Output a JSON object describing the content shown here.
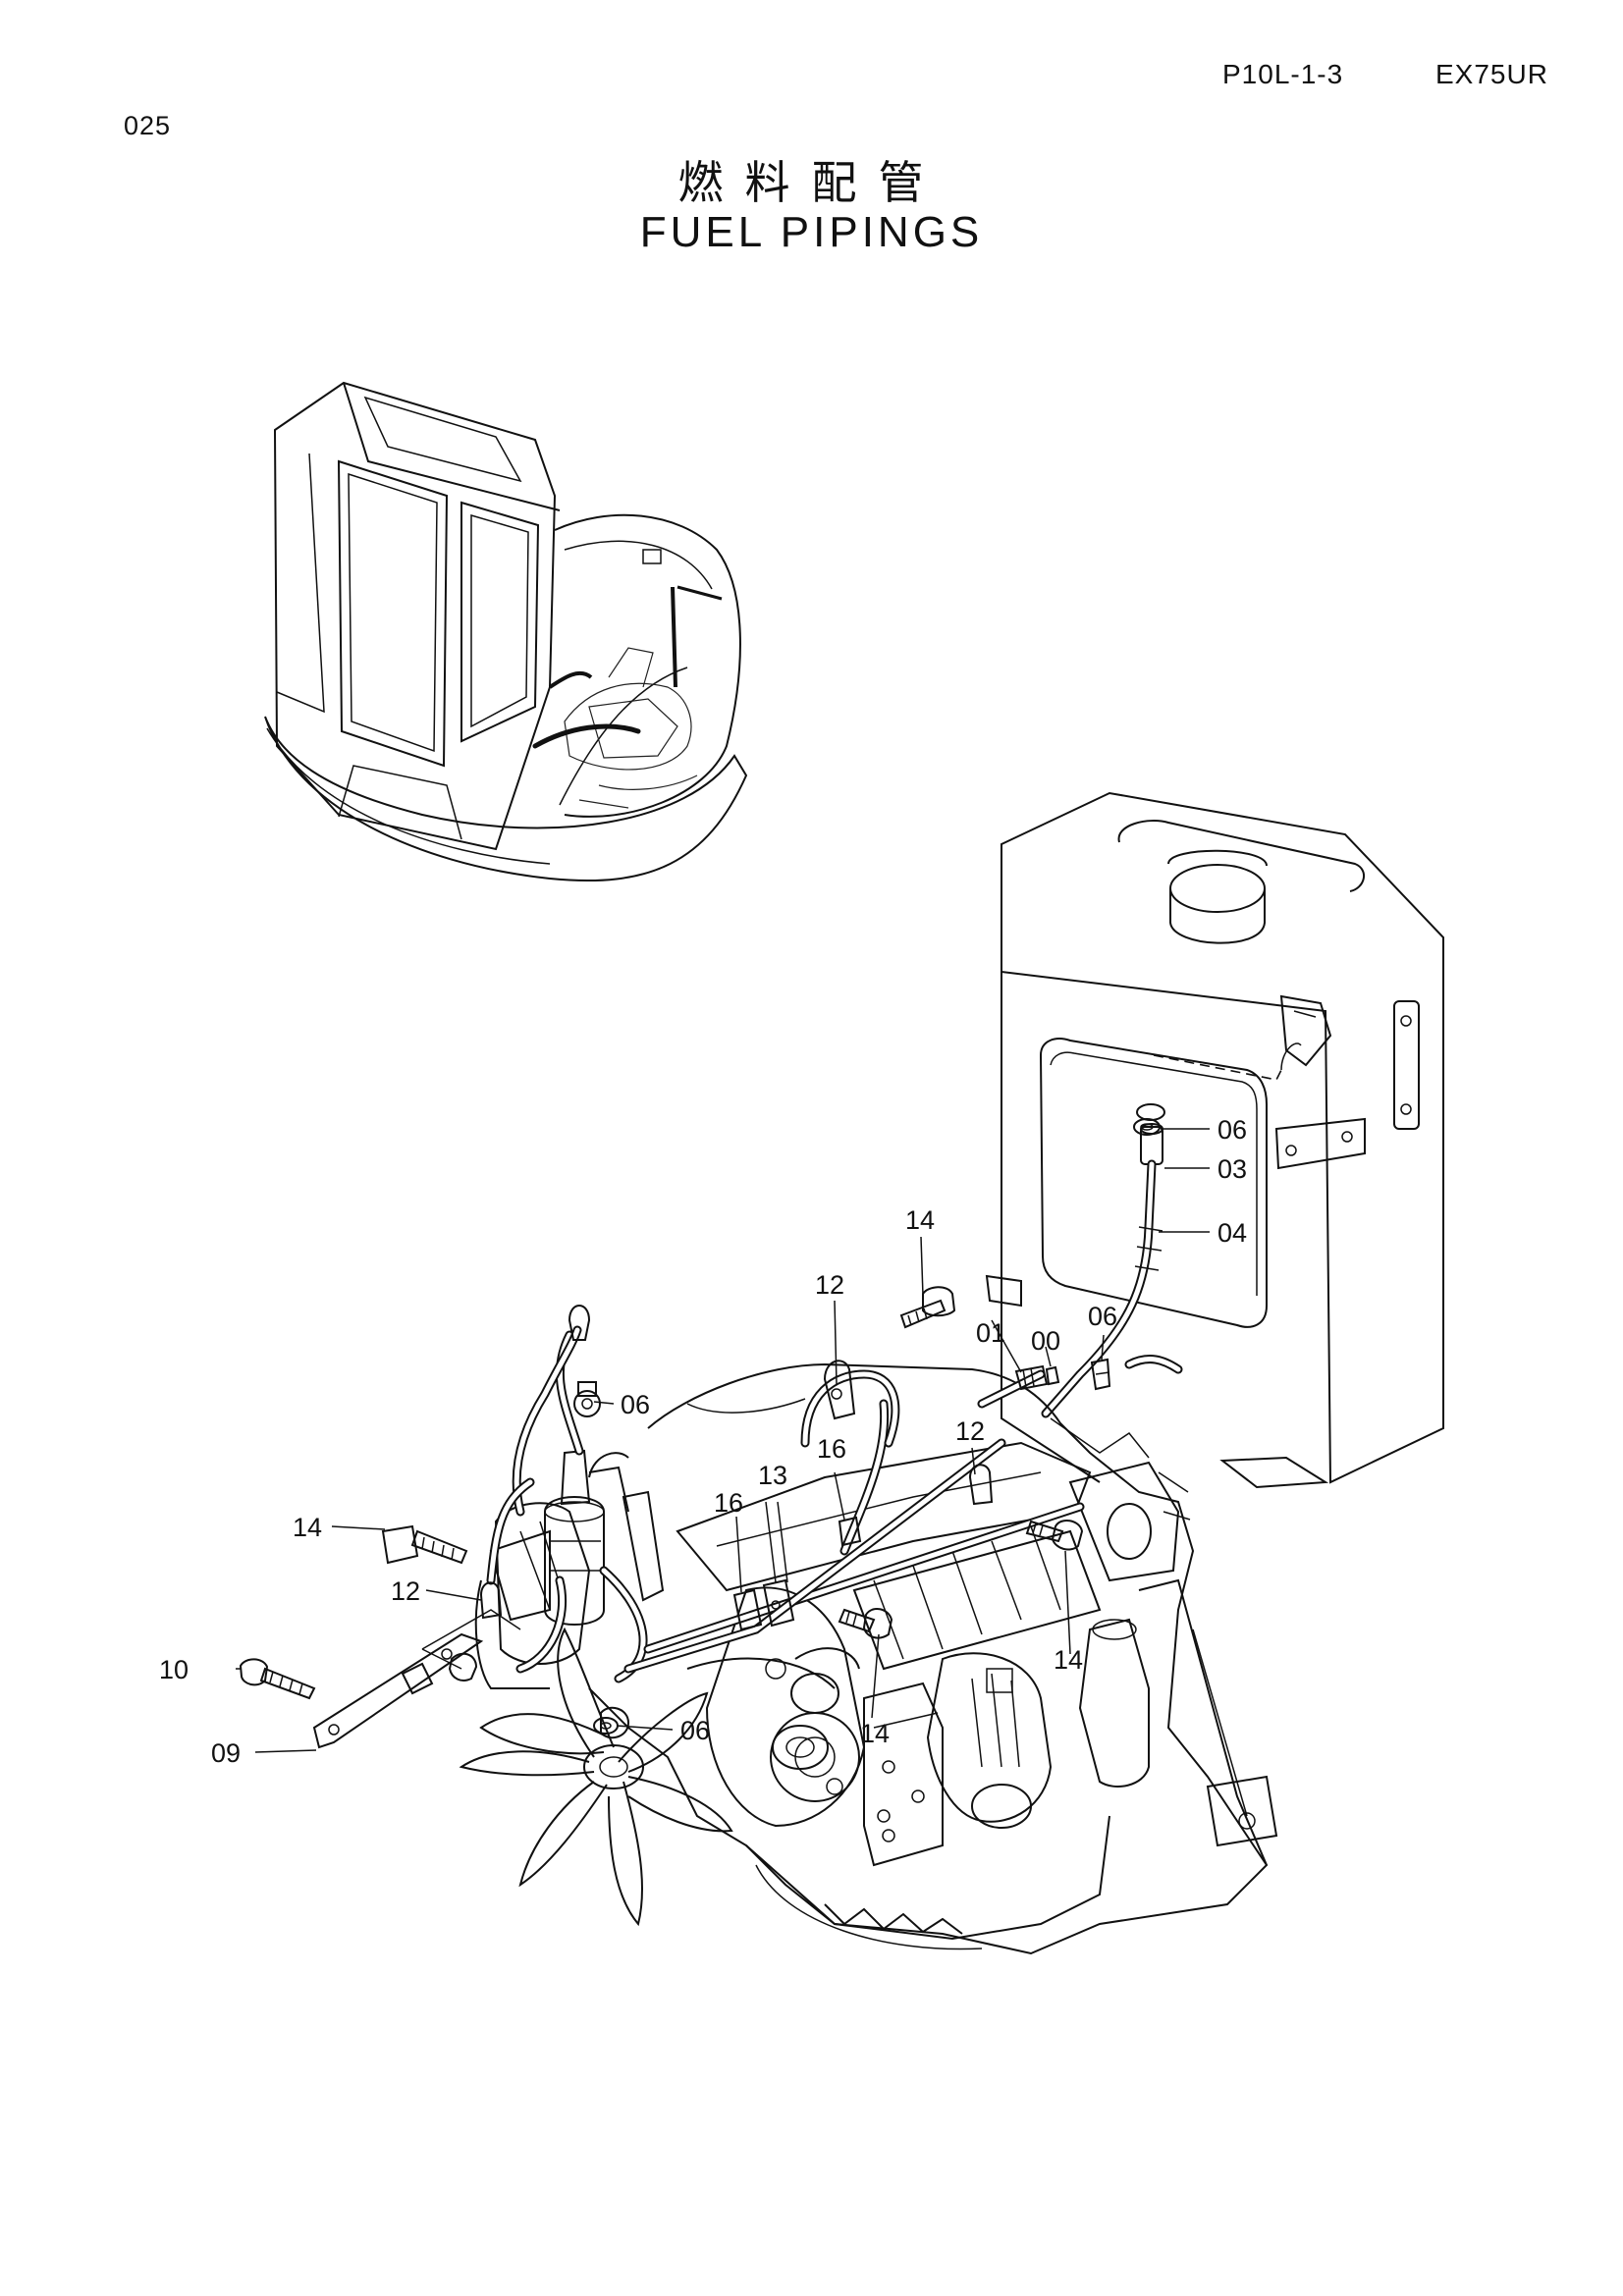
{
  "header": {
    "page_code": "P10L-1-3",
    "model": "EX75UR",
    "page_number": "025"
  },
  "title": {
    "japanese": "燃料配管",
    "english": "FUEL PIPINGS"
  },
  "callouts": [
    {
      "id": "c-06-tank",
      "label": "06"
    },
    {
      "id": "c-03",
      "label": "03"
    },
    {
      "id": "c-04",
      "label": "04"
    },
    {
      "id": "c-14-top",
      "label": "14"
    },
    {
      "id": "c-12-top",
      "label": "12"
    },
    {
      "id": "c-06-mid",
      "label": "06"
    },
    {
      "id": "c-01",
      "label": "01"
    },
    {
      "id": "c-00",
      "label": "00"
    },
    {
      "id": "c-06-left",
      "label": "06"
    },
    {
      "id": "c-12-right",
      "label": "12"
    },
    {
      "id": "c-16-upper",
      "label": "16"
    },
    {
      "id": "c-13",
      "label": "13"
    },
    {
      "id": "c-16-lower",
      "label": "16"
    },
    {
      "id": "c-14-left",
      "label": "14"
    },
    {
      "id": "c-12-left",
      "label": "12"
    },
    {
      "id": "c-14-right",
      "label": "14"
    },
    {
      "id": "c-10",
      "label": "10"
    },
    {
      "id": "c-06-bottom",
      "label": "06"
    },
    {
      "id": "c-14-bottom",
      "label": "14"
    },
    {
      "id": "c-09",
      "label": "09"
    }
  ]
}
